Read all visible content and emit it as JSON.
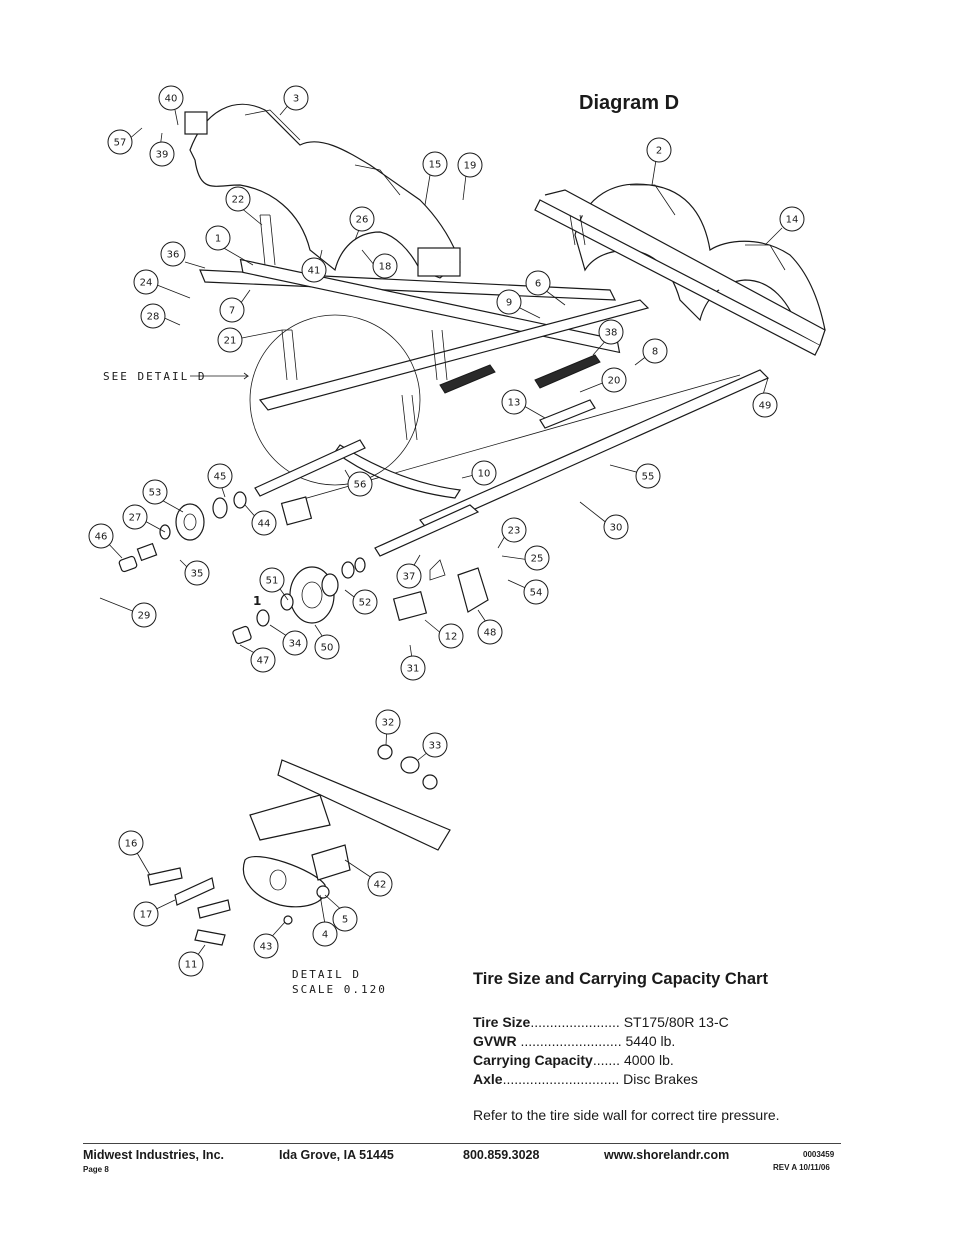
{
  "diagram": {
    "title": "Diagram D",
    "see_detail": "SEE DETAIL D",
    "detail_title": "DETAIL D",
    "detail_scale": "SCALE 0.120",
    "stray_label": "1"
  },
  "part_numbers": [
    "40",
    "3",
    "57",
    "39",
    "15",
    "19",
    "2",
    "22",
    "26",
    "14",
    "1",
    "36",
    "41",
    "18",
    "24",
    "6",
    "9",
    "7",
    "28",
    "38",
    "21",
    "8",
    "20",
    "13",
    "49",
    "45",
    "10",
    "55",
    "53",
    "56",
    "27",
    "44",
    "30",
    "46",
    "23",
    "35",
    "25",
    "37",
    "54",
    "51",
    "29",
    "52",
    "48",
    "12",
    "34",
    "50",
    "47",
    "31",
    "32",
    "33",
    "16",
    "42",
    "17",
    "5",
    "43",
    "4",
    "11"
  ],
  "chart": {
    "title": "Tire Size and Carrying Capacity Chart",
    "rows": [
      {
        "key": "Tire Size",
        "dots": ".......................",
        "value": "ST175/80R 13-C"
      },
      {
        "key": "GVWR",
        "dots": "..........................",
        "value": "5440 lb."
      },
      {
        "key": "Carrying Capacity",
        "dots": ".......",
        "value": "4000 lb."
      },
      {
        "key": "Axle",
        "dots": "..............................",
        "value": "Disc Brakes"
      }
    ],
    "note": "Refer to the tire side wall for correct tire pressure."
  },
  "footer": {
    "company": "Midwest Industries, Inc.",
    "page": "Page 8",
    "location": "Ida Grove, IA  51445",
    "phone": "800.859.3028",
    "website": "www.shorelandr.com",
    "doc_number": "0003459",
    "revision": "REV A  10/11/06"
  }
}
